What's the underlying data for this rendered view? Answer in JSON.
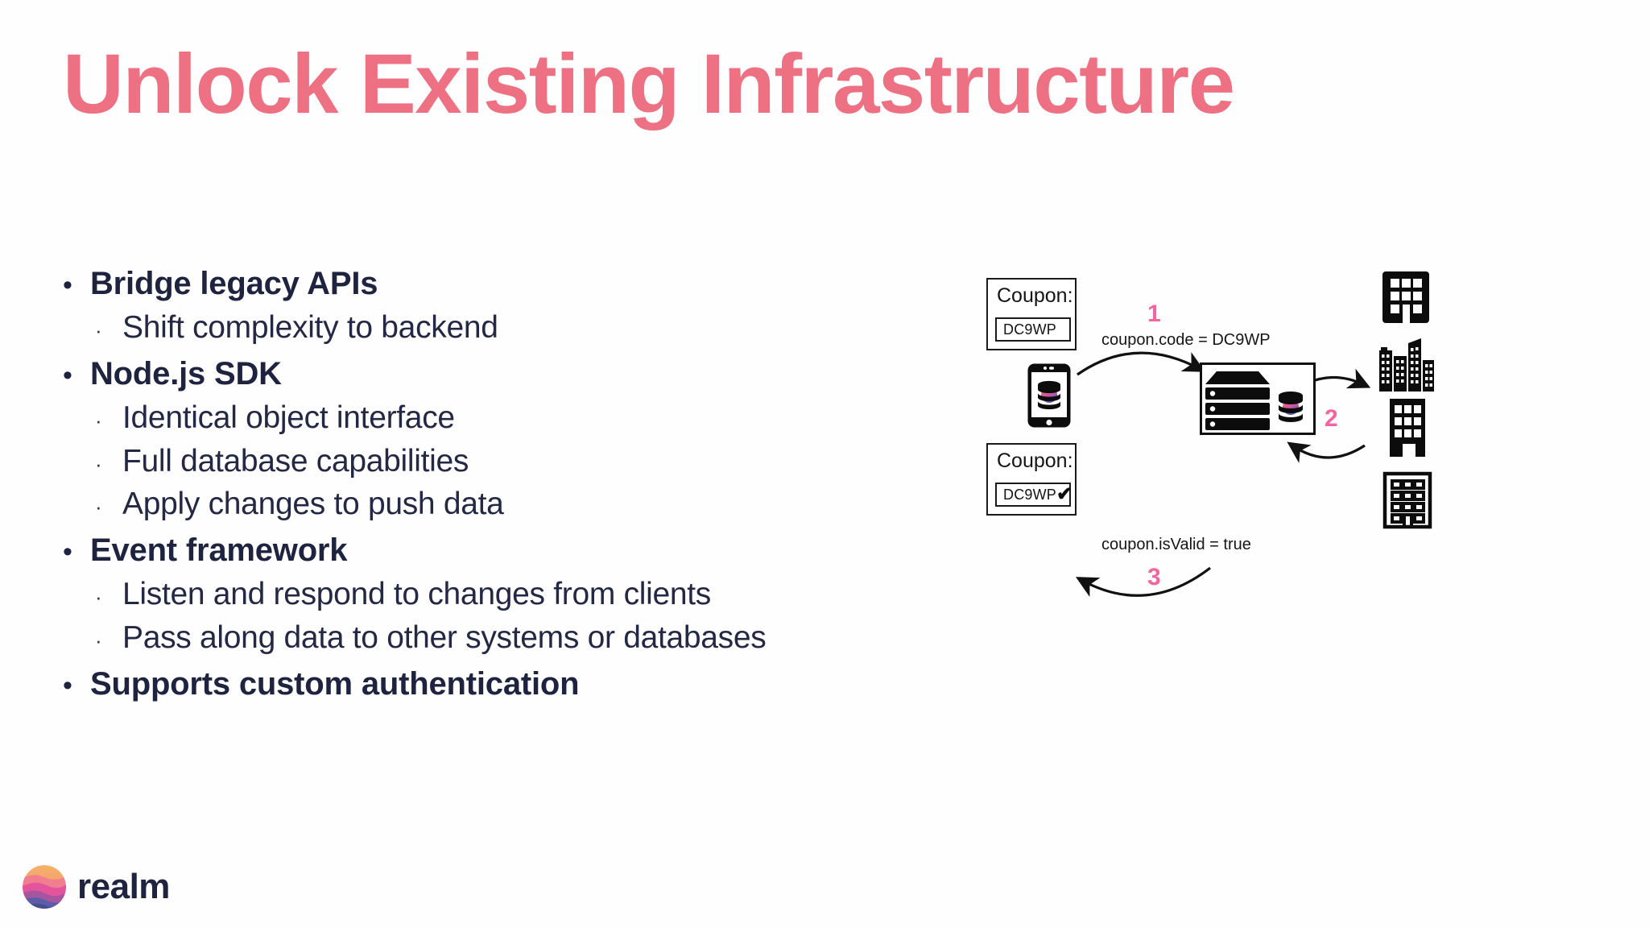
{
  "slide": {
    "title": "Unlock Existing Infrastructure",
    "title_color": "#ED7182",
    "body_color": "#1E2340",
    "background": "#FFFFFF",
    "accent_pink": "#F2659E"
  },
  "bullets": [
    {
      "level": 1,
      "marker": "•",
      "text": "Bridge legacy APIs"
    },
    {
      "level": 2,
      "marker": "·",
      "text": "Shift complexity to backend"
    },
    {
      "level": 1,
      "marker": "•",
      "text": "Node.js SDK"
    },
    {
      "level": 2,
      "marker": "·",
      "text": "Identical object interface"
    },
    {
      "level": 2,
      "marker": "·",
      "text": "Full database capabilities"
    },
    {
      "level": 2,
      "marker": "·",
      "text": "Apply changes to push data"
    },
    {
      "level": 1,
      "marker": "•",
      "text": "Event framework"
    },
    {
      "level": 2,
      "marker": "·",
      "text": "Listen and respond to changes from clients"
    },
    {
      "level": 2,
      "marker": "·",
      "text": "Pass along data to other systems or databases"
    },
    {
      "level": 1,
      "marker": "•",
      "text": "Supports custom authentication"
    }
  ],
  "diagram": {
    "coupon_top": {
      "title": "Coupon:",
      "code": "DC9WP",
      "check": ""
    },
    "coupon_bottom": {
      "title": "Coupon:",
      "code": "DC9WP",
      "check": "✔"
    },
    "flows": [
      {
        "number": "1",
        "label": "coupon.code = DC9WP"
      },
      {
        "number": "2",
        "label": ""
      },
      {
        "number": "3",
        "label": "coupon.isValid = true"
      }
    ],
    "icons": [
      "phone-with-database-icon",
      "server-rack-icon",
      "database-cylinder-icon",
      "office-building-icon",
      "city-skyline-icon",
      "apartment-building-icon",
      "outlined-building-icon"
    ]
  },
  "logo": {
    "name": "realm",
    "mark": "realm-sphere-logo"
  }
}
